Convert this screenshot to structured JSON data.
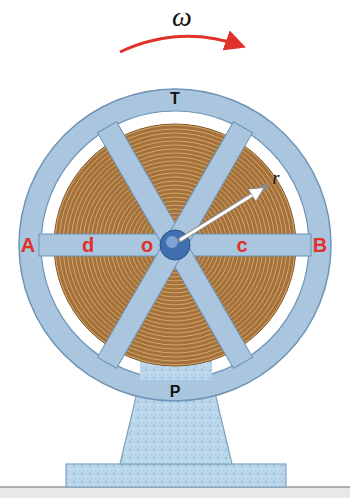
{
  "diagram": {
    "labels": [
      "ω",
      "T",
      "A",
      "d",
      "o",
      "c",
      "B",
      "r",
      "P"
    ]
  }
}
